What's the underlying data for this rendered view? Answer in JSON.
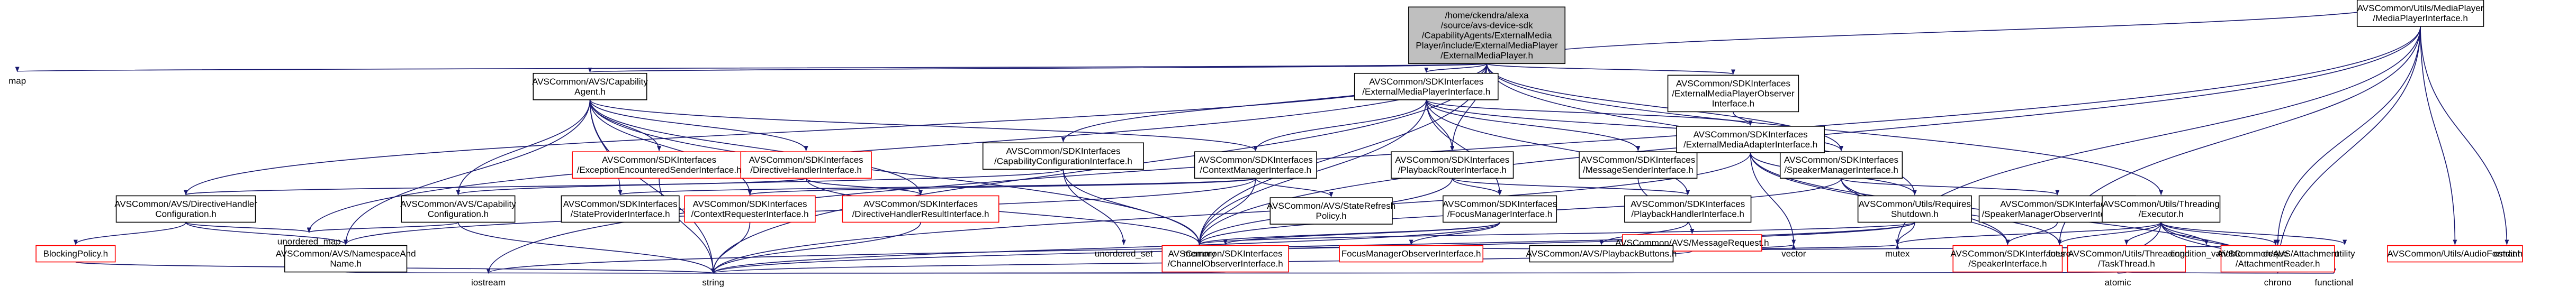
{
  "root": {
    "lines": [
      "/home/ckendra/alexa",
      "/source/avs-device-sdk",
      "/CapabilityAgents/ExternalMedia",
      "Player/include/ExternalMediaPlayer",
      "/ExternalMediaPlayer.h"
    ]
  },
  "nodes": [
    {
      "id": "capability_agent",
      "lines": [
        "AVSCommon/AVS/Capability",
        "Agent.h"
      ],
      "style": "normal"
    },
    {
      "id": "emp_interface",
      "lines": [
        "AVSCommon/SDKInterfaces",
        "/ExternalMediaPlayerInterface.h"
      ],
      "style": "normal"
    },
    {
      "id": "emp_observer",
      "lines": [
        "AVSCommon/SDKInterfaces",
        "/ExternalMediaPlayerObserver",
        "Interface.h"
      ],
      "style": "normal"
    },
    {
      "id": "utils_media_player",
      "lines": [
        "AVSCommon/Utils/MediaPlayer",
        "/MediaPlayerInterface.h"
      ],
      "style": "normal"
    },
    {
      "id": "capability_config",
      "lines": [
        "AVSCommon/SDKInterfaces",
        "/CapabilityConfigurationInterface.h"
      ],
      "style": "normal"
    },
    {
      "id": "exception_sender",
      "lines": [
        "AVSCommon/SDKInterfaces",
        "/ExceptionEncounteredSenderInterface.h"
      ],
      "style": "red"
    },
    {
      "id": "directive_handler",
      "lines": [
        "AVSCommon/SDKInterfaces",
        "/DirectiveHandlerInterface.h"
      ],
      "style": "red"
    },
    {
      "id": "context_manager",
      "lines": [
        "AVSCommon/SDKInterfaces",
        "/ContextManagerInterface.h"
      ],
      "style": "normal"
    },
    {
      "id": "playback_router",
      "lines": [
        "AVSCommon/SDKInterfaces",
        "/PlaybackRouterInterface.h"
      ],
      "style": "normal"
    },
    {
      "id": "message_sender",
      "lines": [
        "AVSCommon/SDKInterfaces",
        "/MessageSenderInterface.h"
      ],
      "style": "normal"
    },
    {
      "id": "speaker_manager",
      "lines": [
        "AVSCommon/SDKInterfaces",
        "/SpeakerManagerInterface.h"
      ],
      "style": "normal"
    },
    {
      "id": "media_adapter",
      "lines": [
        "AVSCommon/SDKInterfaces",
        "/ExternalMediaAdapterInterface.h"
      ],
      "style": "normal"
    },
    {
      "id": "directive_config",
      "lines": [
        "AVSCommon/AVS/DirectiveHandler",
        "Configuration.h"
      ],
      "style": "normal"
    },
    {
      "id": "avs_cap_config",
      "lines": [
        "AVSCommon/AVS/Capability",
        "Configuration.h"
      ],
      "style": "normal"
    },
    {
      "id": "state_provider",
      "lines": [
        "AVSCommon/SDKInterfaces",
        "/StateProviderInterface.h"
      ],
      "style": "normal"
    },
    {
      "id": "context_requester",
      "lines": [
        "AVSCommon/SDKInterfaces",
        "/ContextRequesterInterface.h"
      ],
      "style": "red"
    },
    {
      "id": "directive_result",
      "lines": [
        "AVSCommon/SDKInterfaces",
        "/DirectiveHandlerResultInterface.h"
      ],
      "style": "red"
    },
    {
      "id": "state_refresh",
      "lines": [
        "AVSCommon/AVS/StateRefresh",
        "Policy.h"
      ],
      "style": "normal"
    },
    {
      "id": "focus_manager",
      "lines": [
        "AVSCommon/SDKInterfaces",
        "/FocusManagerInterface.h"
      ],
      "style": "normal"
    },
    {
      "id": "playback_handler",
      "lines": [
        "AVSCommon/SDKInterfaces",
        "/PlaybackHandlerInterface.h"
      ],
      "style": "normal"
    },
    {
      "id": "message_request",
      "lines": [
        "AVSCommon/AVS/MessageRequest.h"
      ],
      "style": "red"
    },
    {
      "id": "requires_shutdown",
      "lines": [
        "AVSCommon/Utils/Requires",
        "Shutdown.h"
      ],
      "style": "normal"
    },
    {
      "id": "speaker_observer",
      "lines": [
        "AVSCommon/SDKInterfaces",
        "/SpeakerManagerObserverInterface.h"
      ],
      "style": "normal"
    },
    {
      "id": "threading_executor",
      "lines": [
        "AVSCommon/Utils/Threading",
        "/Executor.h"
      ],
      "style": "normal"
    },
    {
      "id": "blocking_policy",
      "lines": [
        "BlockingPolicy.h"
      ],
      "style": "red"
    },
    {
      "id": "namespace_name",
      "lines": [
        "AVSCommon/AVS/NamespaceAnd",
        "Name.h"
      ],
      "style": "normal"
    },
    {
      "id": "channel_observer",
      "lines": [
        "AVSCommon/SDKInterfaces",
        "/ChannelObserverInterface.h"
      ],
      "style": "red"
    },
    {
      "id": "focus_observer",
      "lines": [
        "FocusManagerObserverInterface.h"
      ],
      "style": "red"
    },
    {
      "id": "playback_buttons",
      "lines": [
        "AVSCommon/AVS/PlaybackButtons.h"
      ],
      "style": "normal"
    },
    {
      "id": "speaker_interface",
      "lines": [
        "AVSCommon/SDKInterfaces",
        "/SpeakerInterface.h"
      ],
      "style": "red"
    },
    {
      "id": "task_thread",
      "lines": [
        "AVSCommon/Utils/Threading",
        "/TaskThread.h"
      ],
      "style": "red"
    },
    {
      "id": "attachment_reader",
      "lines": [
        "AVSCommon/AVS/Attachment",
        "/AttachmentReader.h"
      ],
      "style": "red"
    },
    {
      "id": "audio_format",
      "lines": [
        "AVSCommon/Utils/AudioFormat.h"
      ],
      "style": "red"
    },
    {
      "id": "map",
      "lines": [
        "map"
      ],
      "style": "plain"
    },
    {
      "id": "unordered_map",
      "lines": [
        "unordered_map"
      ],
      "style": "plain"
    },
    {
      "id": "unordered_set",
      "lines": [
        "unordered_set"
      ],
      "style": "plain"
    },
    {
      "id": "memory",
      "lines": [
        "memory"
      ],
      "style": "plain"
    },
    {
      "id": "vector",
      "lines": [
        "vector"
      ],
      "style": "plain"
    },
    {
      "id": "mutex",
      "lines": [
        "mutex"
      ],
      "style": "plain"
    },
    {
      "id": "future",
      "lines": [
        "future"
      ],
      "style": "plain"
    },
    {
      "id": "condition_variable",
      "lines": [
        "condition_variable"
      ],
      "style": "plain"
    },
    {
      "id": "deque",
      "lines": [
        "deque"
      ],
      "style": "plain"
    },
    {
      "id": "utility",
      "lines": [
        "utility"
      ],
      "style": "plain"
    },
    {
      "id": "cstdint",
      "lines": [
        "cstdint"
      ],
      "style": "plain"
    },
    {
      "id": "iostream",
      "lines": [
        "iostream"
      ],
      "style": "plain"
    },
    {
      "id": "string",
      "lines": [
        "string"
      ],
      "style": "plain"
    },
    {
      "id": "atomic",
      "lines": [
        "atomic"
      ],
      "style": "plain"
    },
    {
      "id": "chrono",
      "lines": [
        "chrono"
      ],
      "style": "plain"
    },
    {
      "id": "functional",
      "lines": [
        "functional"
      ],
      "style": "plain"
    }
  ],
  "edges": [
    [
      "root",
      "map"
    ],
    [
      "root",
      "capability_agent"
    ],
    [
      "root",
      "emp_interface"
    ],
    [
      "root",
      "emp_observer"
    ],
    [
      "root",
      "utils_media_player"
    ],
    [
      "root",
      "capability_config"
    ],
    [
      "root",
      "directive_config"
    ],
    [
      "root",
      "requires_shutdown"
    ],
    [
      "root",
      "speaker_manager"
    ],
    [
      "root",
      "threading_executor"
    ],
    [
      "root",
      "string"
    ],
    [
      "root",
      "memory"
    ],
    [
      "root",
      "unordered_map"
    ],
    [
      "root",
      "playback_router"
    ],
    [
      "capability_agent",
      "exception_sender"
    ],
    [
      "capability_agent",
      "directive_handler"
    ],
    [
      "capability_agent",
      "context_manager"
    ],
    [
      "capability_agent",
      "state_provider"
    ],
    [
      "capability_agent",
      "context_requester"
    ],
    [
      "capability_agent",
      "directive_result"
    ],
    [
      "capability_agent",
      "namespace_name"
    ],
    [
      "capability_agent",
      "avs_cap_config"
    ],
    [
      "capability_agent",
      "memory"
    ],
    [
      "capability_agent",
      "string"
    ],
    [
      "directive_handler",
      "directive_config"
    ],
    [
      "directive_handler",
      "directive_result"
    ],
    [
      "directive_handler",
      "memory"
    ],
    [
      "directive_config",
      "blocking_policy"
    ],
    [
      "directive_config",
      "namespace_name"
    ],
    [
      "directive_config",
      "unordered_map"
    ],
    [
      "avs_cap_config",
      "unordered_map"
    ],
    [
      "avs_cap_config",
      "string"
    ],
    [
      "capability_config",
      "avs_cap_config"
    ],
    [
      "capability_config",
      "memory"
    ],
    [
      "capability_config",
      "unordered_set"
    ],
    [
      "context_manager",
      "context_requester"
    ],
    [
      "context_manager",
      "state_provider"
    ],
    [
      "context_manager",
      "state_refresh"
    ],
    [
      "context_manager",
      "namespace_name"
    ],
    [
      "context_manager",
      "memory"
    ],
    [
      "state_provider",
      "context_requester"
    ],
    [
      "context_requester",
      "string"
    ],
    [
      "emp_interface",
      "context_manager"
    ],
    [
      "emp_interface",
      "playback_router"
    ],
    [
      "emp_interface",
      "message_sender"
    ],
    [
      "emp_interface",
      "speaker_manager"
    ],
    [
      "emp_interface",
      "focus_manager"
    ],
    [
      "emp_interface",
      "playback_handler"
    ],
    [
      "emp_interface",
      "media_adapter"
    ],
    [
      "emp_interface",
      "memory"
    ],
    [
      "emp_observer",
      "media_adapter"
    ],
    [
      "playback_router",
      "playback_handler"
    ],
    [
      "playback_router",
      "focus_manager"
    ],
    [
      "playback_router",
      "memory"
    ],
    [
      "message_sender",
      "message_request"
    ],
    [
      "message_request",
      "memory"
    ],
    [
      "message_request",
      "string"
    ],
    [
      "message_request",
      "vector"
    ],
    [
      "message_request",
      "mutex"
    ],
    [
      "message_request",
      "attachment_reader"
    ],
    [
      "focus_manager",
      "channel_observer"
    ],
    [
      "focus_manager",
      "focus_observer"
    ],
    [
      "focus_manager",
      "memory"
    ],
    [
      "focus_manager",
      "string"
    ],
    [
      "playback_handler",
      "playback_buttons"
    ],
    [
      "media_adapter",
      "requires_shutdown"
    ],
    [
      "media_adapter",
      "speaker_interface"
    ],
    [
      "media_adapter",
      "vector"
    ],
    [
      "media_adapter",
      "chrono"
    ],
    [
      "media_adapter",
      "string"
    ],
    [
      "speaker_manager",
      "speaker_observer"
    ],
    [
      "speaker_manager",
      "speaker_interface"
    ],
    [
      "speaker_manager",
      "future"
    ],
    [
      "speaker_manager",
      "memory"
    ],
    [
      "speaker_observer",
      "speaker_interface"
    ],
    [
      "requires_shutdown",
      "mutex"
    ],
    [
      "requires_shutdown",
      "string"
    ],
    [
      "requires_shutdown",
      "iostream"
    ],
    [
      "requires_shutdown",
      "memory"
    ],
    [
      "threading_executor",
      "task_thread"
    ],
    [
      "threading_executor",
      "condition_variable"
    ],
    [
      "threading_executor",
      "deque"
    ],
    [
      "threading_executor",
      "future"
    ],
    [
      "threading_executor",
      "atomic"
    ],
    [
      "threading_executor",
      "chrono"
    ],
    [
      "threading_executor",
      "functional"
    ],
    [
      "threading_executor",
      "mutex"
    ],
    [
      "threading_executor",
      "utility"
    ],
    [
      "task_thread",
      "atomic"
    ],
    [
      "task_thread",
      "functional"
    ],
    [
      "task_thread",
      "string"
    ],
    [
      "utils_media_player",
      "attachment_reader"
    ],
    [
      "utils_media_player",
      "audio_format"
    ],
    [
      "utils_media_player",
      "cstdint"
    ],
    [
      "utils_media_player",
      "future"
    ],
    [
      "utils_media_player",
      "chrono"
    ],
    [
      "utils_media_player",
      "iostream"
    ],
    [
      "utils_media_player",
      "mutex"
    ],
    [
      "utils_media_player",
      "memory"
    ],
    [
      "attachment_reader",
      "chrono"
    ],
    [
      "namespace_name",
      "string"
    ],
    [
      "blocking_policy",
      "string"
    ],
    [
      "channel_observer",
      "string"
    ],
    [
      "directive_result",
      "string"
    ],
    [
      "exception_sender",
      "string"
    ]
  ]
}
